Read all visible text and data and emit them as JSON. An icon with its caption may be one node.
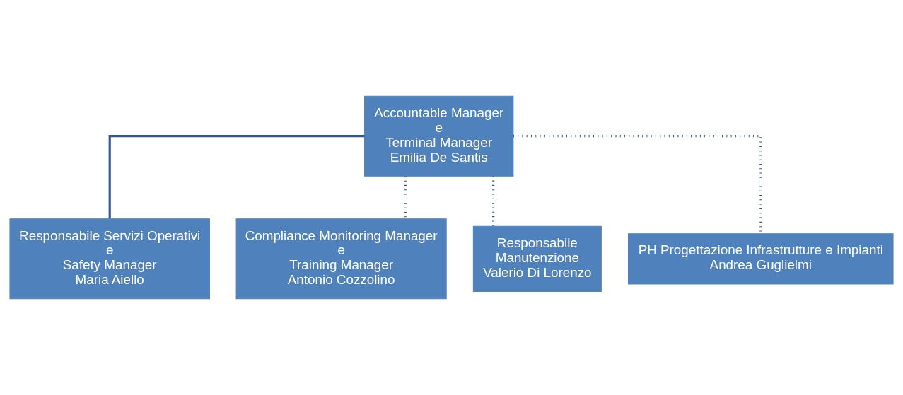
{
  "diagram": {
    "nodes": [
      {
        "text": [
          "Accountable Manager",
          "e",
          "Terminal Manager",
          "Emilia De Santis"
        ]
      },
      {
        "text": [
          "Responsabile Servizi Operativi",
          "e",
          "Safety Manager",
          "Maria Aiello"
        ]
      },
      {
        "text": [
          "Compliance Monitoring Manager",
          "e",
          "Training Manager",
          "Antonio Cozzolino"
        ]
      },
      {
        "text": [
          "Responsabile",
          "Manutenzione",
          "Valerio Di Lorenzo"
        ]
      },
      {
        "text": [
          "PH Progettazione Infrastrutture e Impianti",
          "Andrea Guglielmi"
        ]
      }
    ],
    "edges": [
      {
        "from": 0,
        "to": 1,
        "arrow": "none"
      },
      {
        "from": 0,
        "to": 2,
        "arrow": "none",
        "style": "dashed"
      },
      {
        "from": 0,
        "to": 3,
        "arrow": "none",
        "style": "dashed"
      },
      {
        "from": 0,
        "to": 4,
        "arrow": "none",
        "style": "dashed"
      }
    ]
  }
}
